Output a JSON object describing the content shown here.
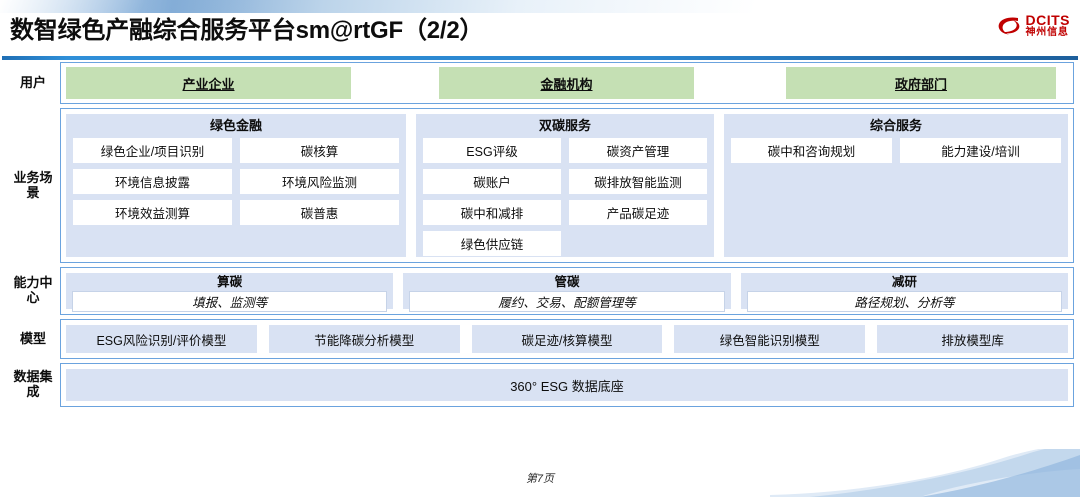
{
  "header": {
    "title": "数智绿色产融综合服务平台sm@rtGF（2/2）",
    "logo_en": "DCITS",
    "logo_cn": "神州信息"
  },
  "colors": {
    "accent_blue": "#2b86cf",
    "panel_bg": "#d9e2f3",
    "user_green": "#c5e0b4",
    "frame_border": "#6ba3de",
    "logo_red": "#c00000"
  },
  "rows": {
    "user": {
      "label": "用户",
      "items": [
        {
          "label": "产业企业"
        },
        {
          "label": "金融机构"
        },
        {
          "label": "政府部门"
        }
      ]
    },
    "scenario": {
      "label": "业务场景",
      "panels": [
        {
          "title": "绿色金融",
          "items": [
            "绿色企业/项目识别",
            "碳核算",
            "环境信息披露",
            "环境风险监测",
            "环境效益测算",
            "碳普惠"
          ]
        },
        {
          "title": "双碳服务",
          "items": [
            "ESG评级",
            "碳资产管理",
            "碳账户",
            "碳排放智能监测",
            "碳中和减排",
            "产品碳足迹",
            "绿色供应链"
          ]
        },
        {
          "title": "综合服务",
          "items": [
            "碳中和咨询规划",
            "能力建设/培训"
          ]
        }
      ]
    },
    "capability": {
      "label": "能力中心",
      "columns": [
        {
          "title": "算碳",
          "subtitle": "填报、监测等"
        },
        {
          "title": "管碳",
          "subtitle": "履约、交易、配额管理等"
        },
        {
          "title": "减研",
          "subtitle": "路径规划、分析等"
        }
      ]
    },
    "model": {
      "label": "模型",
      "items": [
        "ESG风险识别/评价模型",
        "节能降碳分析模型",
        "碳足迹/核算模型",
        "绿色智能识别模型",
        "排放模型库"
      ]
    },
    "data": {
      "label": "数据集成",
      "bar_label": "360° ESG 数据底座"
    }
  },
  "footer": {
    "page_label": "第7页"
  }
}
